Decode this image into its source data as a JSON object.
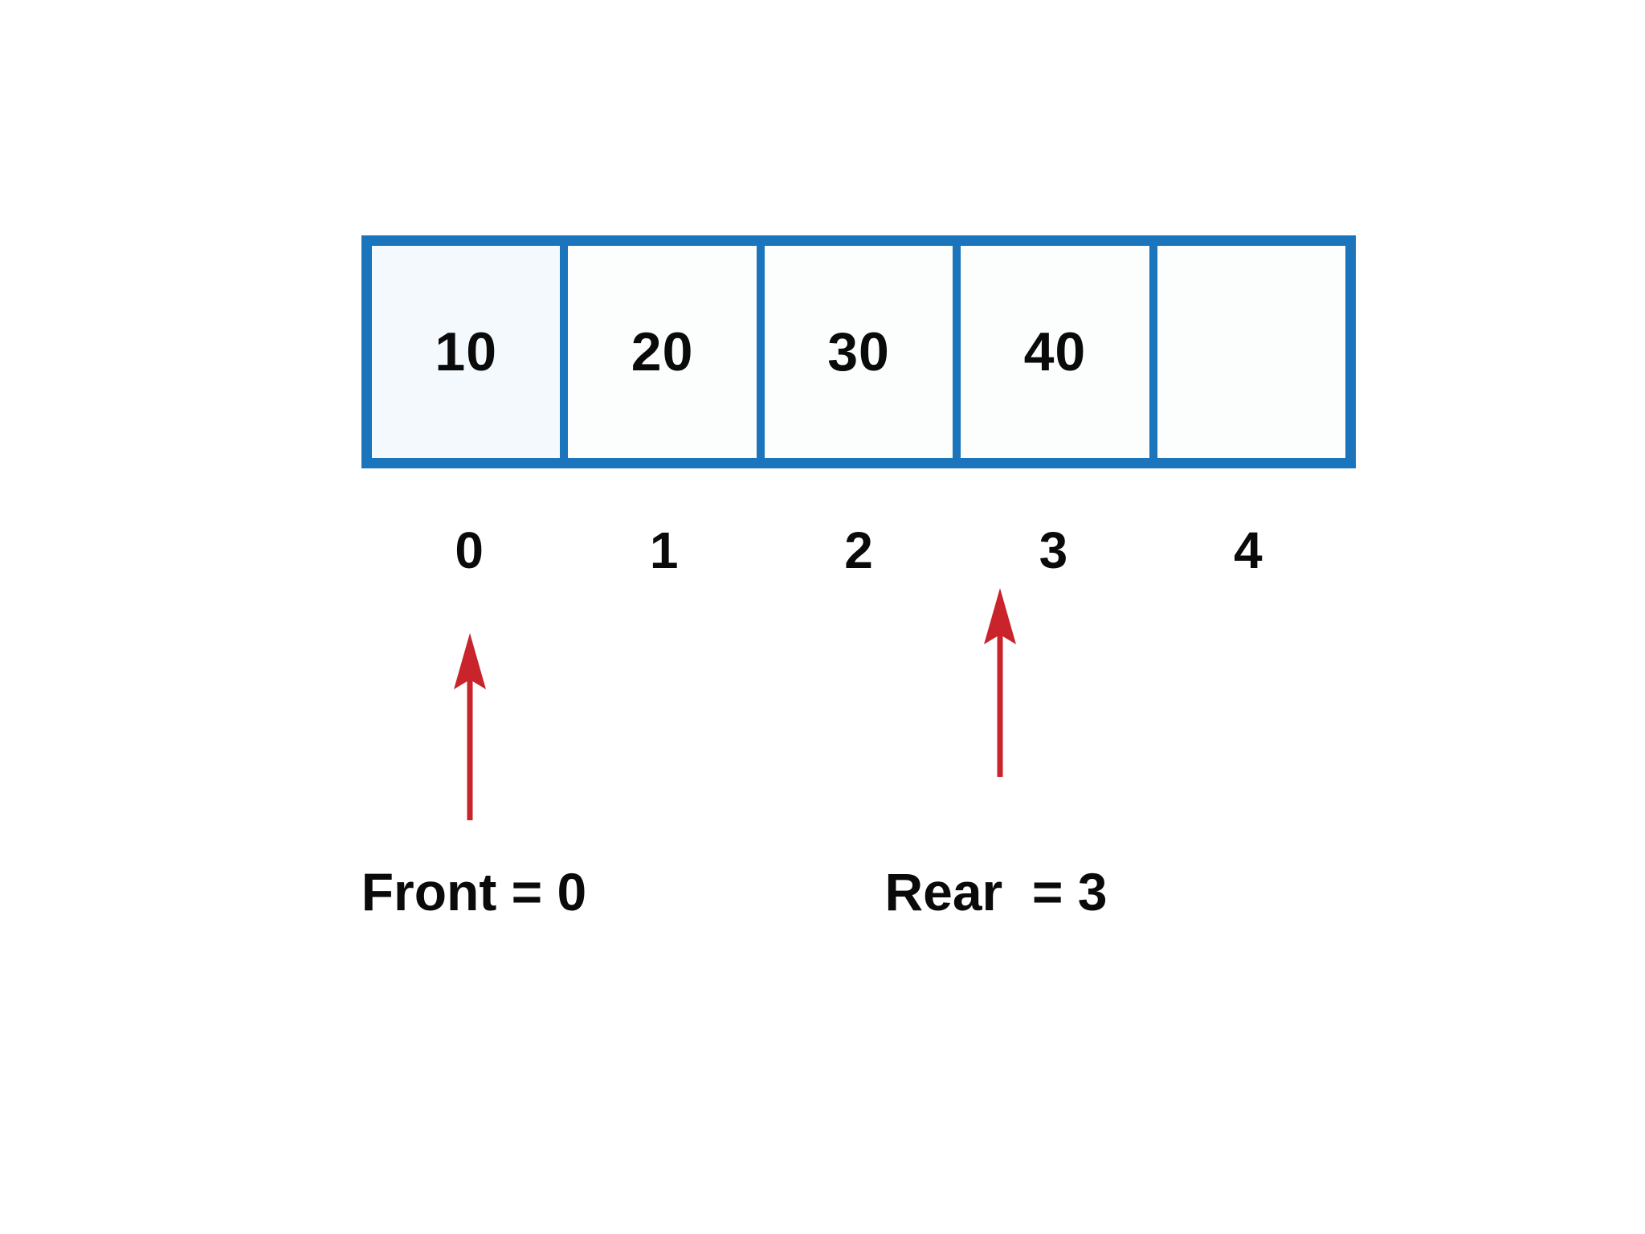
{
  "figure": {
    "type": "queue-array-diagram",
    "array": {
      "cells": [
        {
          "value": "10",
          "index": "0"
        },
        {
          "value": "20",
          "index": "1"
        },
        {
          "value": "30",
          "index": "2"
        },
        {
          "value": "40",
          "index": "3"
        },
        {
          "value": "",
          "index": "4"
        }
      ]
    },
    "pointers": {
      "front": {
        "label": "Front = 0",
        "points_to_index": "0"
      },
      "rear": {
        "label": "Rear  = 3",
        "points_to_index": "3"
      }
    },
    "colors": {
      "cell_border": "#1b75bc",
      "arrow": "#c9242b",
      "text": "#0a0a0a",
      "background": "#ffffff"
    }
  }
}
